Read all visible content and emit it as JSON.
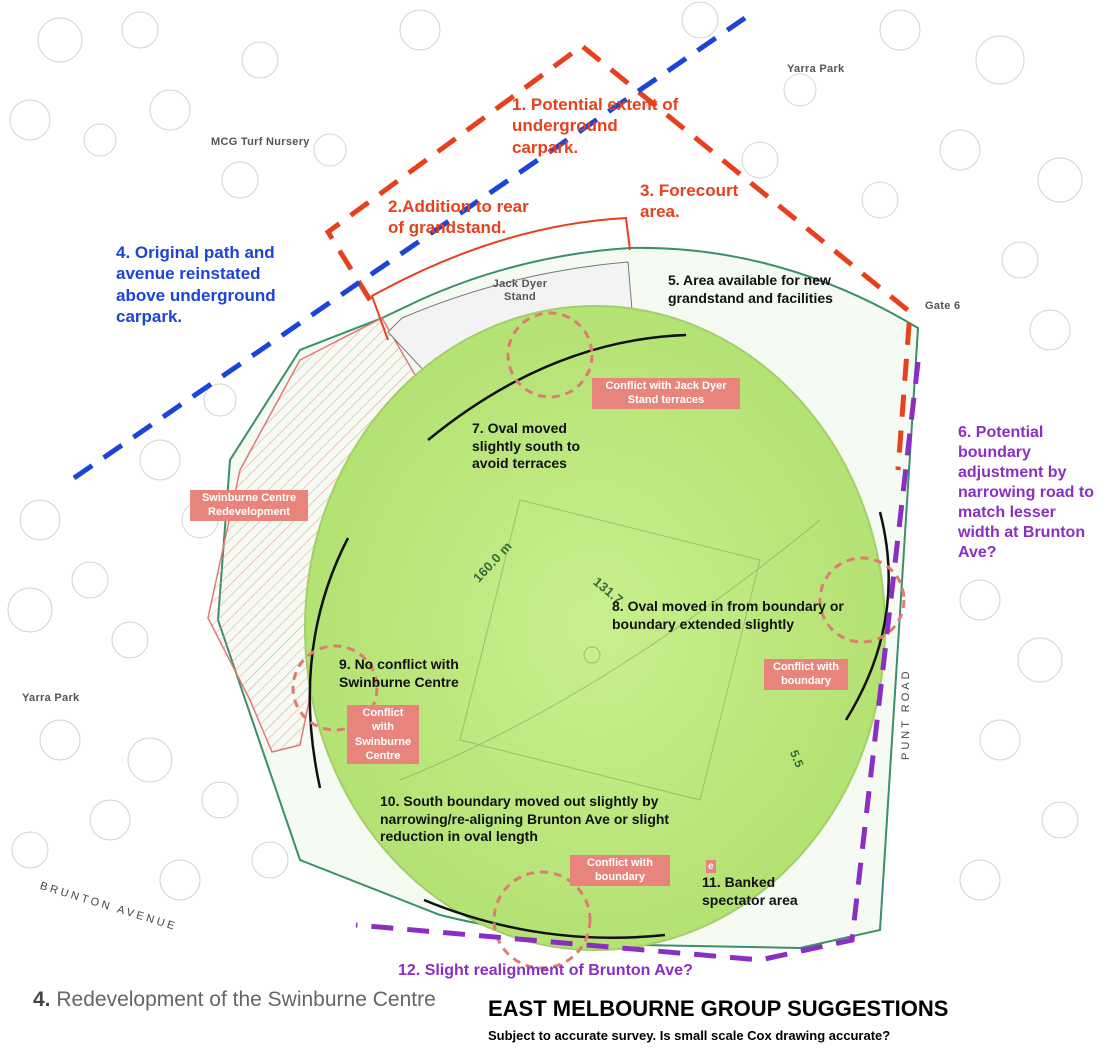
{
  "places": {
    "yarra_park_top": "Yarra Park",
    "mcg_turf_nursery": "MCG Turf Nursery",
    "jack_dyer_stand": "Jack Dyer Stand",
    "gate_6": "Gate 6",
    "yarra_park_left": "Yarra Park",
    "brunton_avenue": "BRUNTON AVENUE",
    "punt_road": "PUNT ROAD",
    "dim_160": "160.0 m",
    "dim_131": "131.7",
    "dim_5": "5.5",
    "small_e": "e"
  },
  "annotations": {
    "a1": "1. Potential extent of underground carpark.",
    "a2": "2.Addition to rear of grandstand.",
    "a3": "3. Forecourt area.",
    "a4": "4. Original path and avenue reinstated above underground carpark.",
    "a5": "5. Area available for new grandstand and facilities",
    "a6": "6. Potential boundary adjustment by narrowing road to match lesser width at Brunton Ave?",
    "a7": "7. Oval moved slightly south to avoid terraces",
    "a8": "8. Oval moved in from boundary or boundary extended slightly",
    "a9": "9. No conflict with Swinburne Centre",
    "a10": "10. South boundary moved out slightly by narrowing/re-aligning Brunton Ave or slight reduction in oval length",
    "a11": "11. Banked spectator area",
    "a12": "12. Slight realignment of Brunton Ave?"
  },
  "tags": {
    "jack_dyer": "Conflict with Jack Dyer Stand terraces",
    "swinburne_redev": "Swinburne Centre Redevelopment",
    "boundary_east": "Conflict with boundary",
    "swinburne_conflict": "Conflict with Swinburne Centre",
    "boundary_south": "Conflict with boundary"
  },
  "caption": {
    "number": "4.",
    "text": "Redevelopment of the Swinburne Centre",
    "title": "EAST MELBOURNE GROUP SUGGESTIONS",
    "subtitle": "Subject to accurate survey. Is small scale Cox drawing accurate?"
  },
  "colors": {
    "red_dash": "#e8401c",
    "blue_dash": "#1a45d6",
    "purple_dash": "#8a2fc2",
    "oval_fill": "#bde87f",
    "site_boundary": "#3b8f6a",
    "conflict_tag": "#e7857d"
  }
}
